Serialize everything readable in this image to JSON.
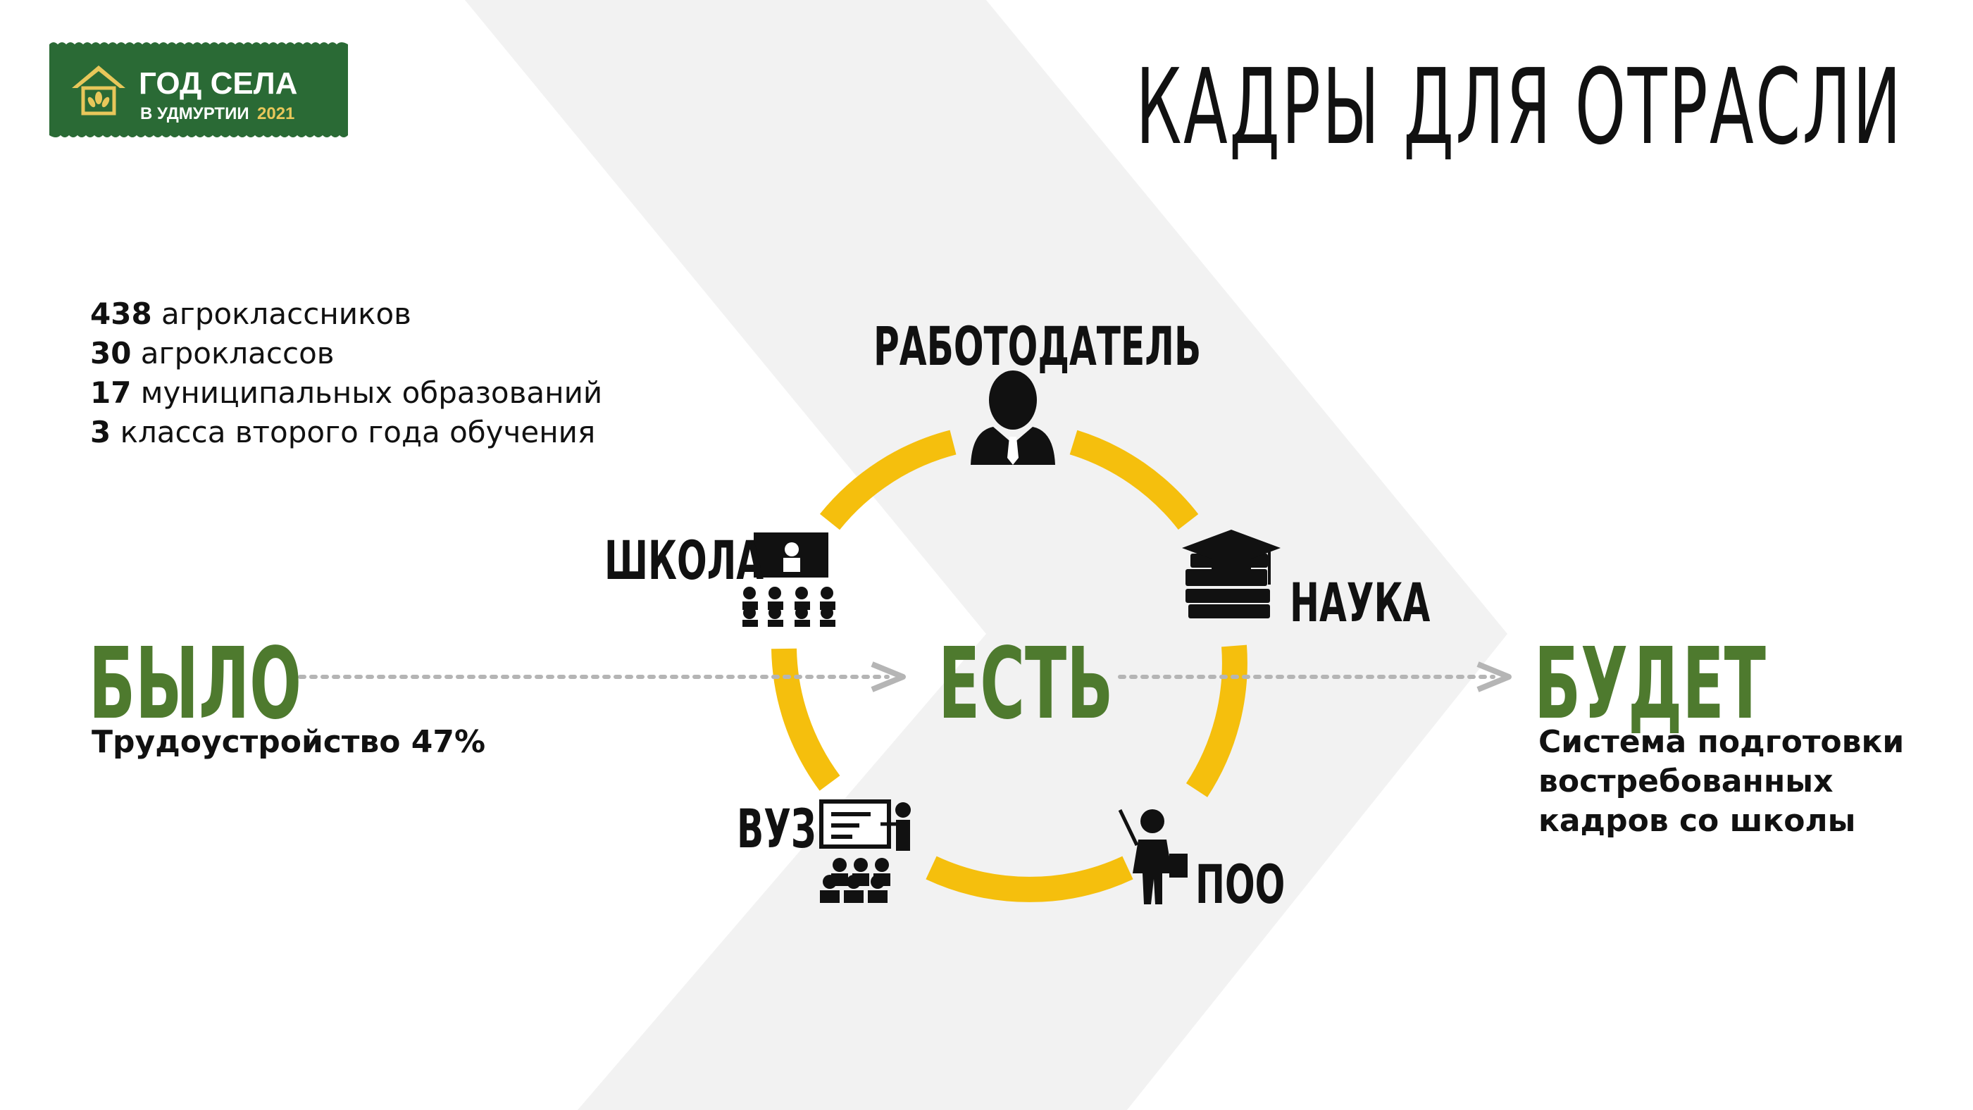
{
  "logo": {
    "line1": "ГОД СЕЛА",
    "line2": "В УДМУРТИИ",
    "year": "2021"
  },
  "title": "КАДРЫ ДЛЯ ОТРАСЛИ",
  "stats": [
    {
      "num": "438",
      "text": " агроклассников"
    },
    {
      "num": "30",
      "text": " агроклассов"
    },
    {
      "num": "17",
      "text": " муниципальных образований"
    },
    {
      "num": "3",
      "text": " класса второго года обучения"
    }
  ],
  "states": {
    "was": {
      "label": "БЫЛО",
      "sub": "Трудоустройство 47%"
    },
    "is": {
      "label": "ЕСТЬ"
    },
    "will": {
      "label": "БУДЕТ",
      "sub_lines": [
        "Система подготовки",
        "востребованных",
        "кадров со школы"
      ]
    }
  },
  "nodes": {
    "employer": {
      "label": "РАБОТОДАТЕЛЬ",
      "icon": "businessman-icon"
    },
    "science": {
      "label": "НАУКА",
      "icon": "graduation-books-icon"
    },
    "poo": {
      "label": "ПОО",
      "icon": "teacher-pointer-icon"
    },
    "vuz": {
      "label": "ВУЗ",
      "icon": "lecture-icon"
    },
    "school": {
      "label": "ШКОЛА",
      "icon": "classroom-icon"
    }
  },
  "colors": {
    "accent_green": "#4e7a2e",
    "ring_yellow": "#f5bf0d",
    "logo_green": "#2a6a35",
    "logo_gold": "#e8c75a",
    "chevron_gray": "#f2f2f2",
    "arrow_gray": "#b5b5b5"
  }
}
